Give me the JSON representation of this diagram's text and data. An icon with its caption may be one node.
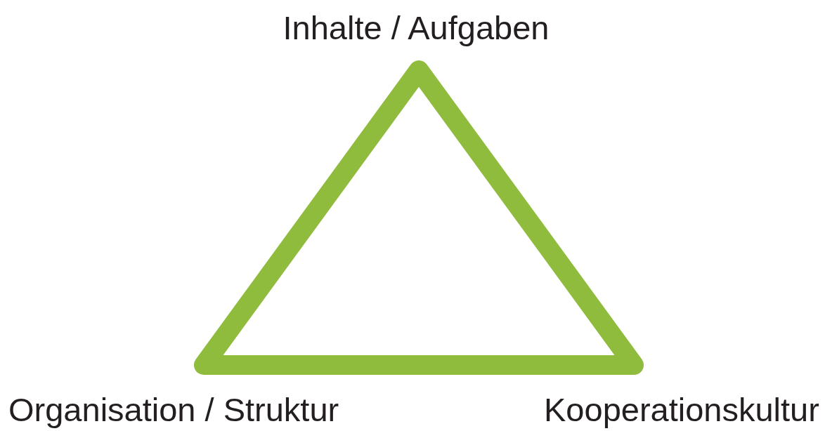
{
  "diagram": {
    "labels": [
      "Inhalte / Aufgaben",
      "Organisation / Struktur",
      "Kooperationskultur"
    ]
  }
}
